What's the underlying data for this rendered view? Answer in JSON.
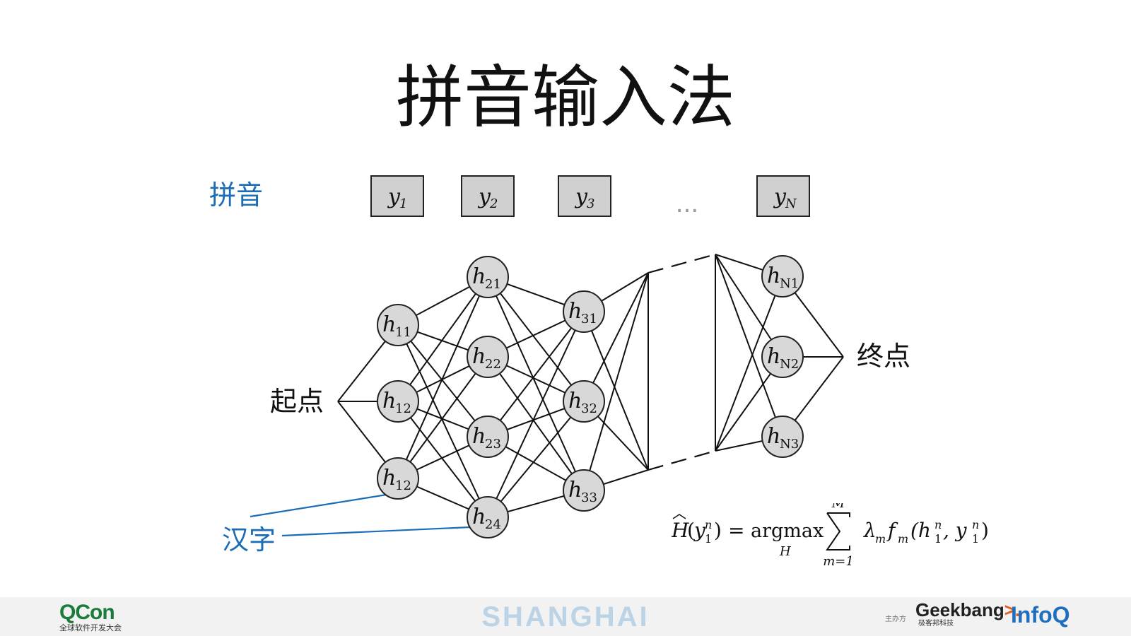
{
  "title": "拼音输入法",
  "labels": {
    "pinyin": "拼音",
    "start": "起点",
    "end": "终点",
    "hanzi": "汉字"
  },
  "observations": [
    {
      "base": "y",
      "sub": "1"
    },
    {
      "base": "y",
      "sub": "2"
    },
    {
      "base": "y",
      "sub": "3"
    },
    {
      "base": "y",
      "sub": "N"
    }
  ],
  "ellipsis": "...",
  "hidden_nodes": [
    {
      "base": "h",
      "sub": "11"
    },
    {
      "base": "h",
      "sub": "12"
    },
    {
      "base": "h",
      "sub": "12"
    },
    {
      "base": "h",
      "sub": "21"
    },
    {
      "base": "h",
      "sub": "22"
    },
    {
      "base": "h",
      "sub": "23"
    },
    {
      "base": "h",
      "sub": "24"
    },
    {
      "base": "h",
      "sub": "31"
    },
    {
      "base": "h",
      "sub": "32"
    },
    {
      "base": "h",
      "sub": "33"
    },
    {
      "base": "h",
      "sub": "N1"
    },
    {
      "base": "h",
      "sub": "N2"
    },
    {
      "base": "h",
      "sub": "N3"
    }
  ],
  "formula": {
    "lhs": "H",
    "lhs_arg": "y",
    "lhs_arg_sup": "n",
    "lhs_arg_sub": "1",
    "equals": "=",
    "op": "argmax",
    "op_sub": "H",
    "sum_upper": "M",
    "sum_lower": "m=1",
    "lambda": "λ",
    "lambda_sub": "m",
    "f": "f",
    "f_sub": "m",
    "args": "(h",
    "args_sup1": "n",
    "args_sub1": "1",
    "args_mid": ", y",
    "args_sup2": "n",
    "args_sub2": "1",
    "args_end": ")"
  },
  "footer": {
    "qcon_q": "Q",
    "qcon_con": "Con",
    "qcon_sub": "全球软件开发大会",
    "city": "SHANGHAI",
    "sponsor_tag": "主办方",
    "geek_a": "Geek",
    "geek_b": "bang",
    "geek_c": ">.",
    "geek_sub": "极客邦科技",
    "infoq": "InfoQ"
  }
}
